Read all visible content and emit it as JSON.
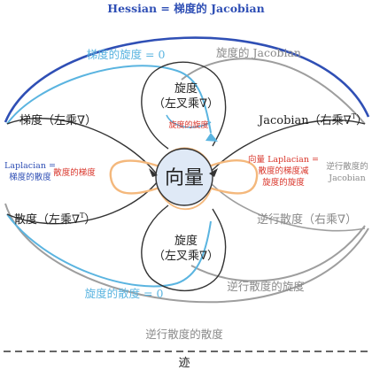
{
  "labels": {
    "hessian": "Hessian = 梯度的 Jacobian",
    "curl_of_grad": "梯度的旋度 = 0",
    "curl_of_jacobian": "旋度的 Jacobian",
    "center": "向量",
    "curl_top_1": "旋度",
    "curl_top_2": "（左叉乘∇）",
    "curl_of_curl": "旋度的旋度",
    "gradient": "梯度（左乘∇）",
    "jacobian": "Jacobian（右乘∇",
    "jacobian_sup": "T",
    "jacobian_close": "）",
    "laplacian_1": "Laplacian =",
    "laplacian_2": "梯度的散度",
    "div_of_grad": "散度的梯度",
    "vec_lap_1": "向量 Laplacian =",
    "vec_lap_2": "散度的梯度减",
    "vec_lap_3": "旋度的旋度",
    "revdiv_jac_1": "逆行散度的",
    "revdiv_jac_2": "Jacobian",
    "divergence": "散度（左乘∇",
    "divergence_sup": "T",
    "divergence_close": "）",
    "reverse_div": "逆行散度（右乘∇）",
    "curl_bot_1": "旋度",
    "curl_bot_2": "（左叉乘∇）",
    "div_of_curl": "旋度的散度 = 0",
    "curl_of_revdiv": "逆行散度的旋度",
    "div_of_revdiv": "逆行散度的散度",
    "trace": "迹"
  },
  "colors": {
    "dark_blue": "#2f4fb5",
    "light_blue": "#5ab4e0",
    "gray": "#9e9e9e",
    "orange": "#f4b87c",
    "red": "#d9362b",
    "node_fill": "#dfe9f6",
    "node_stroke": "#333333",
    "black": "#222222"
  }
}
